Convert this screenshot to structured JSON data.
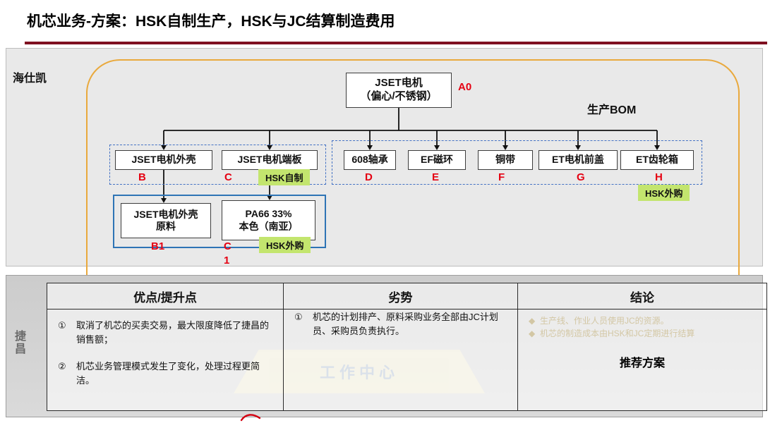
{
  "title": "机芯业务-方案：HSK自制生产，HSK与JC结算制造费用",
  "colors": {
    "accent_red": "#E50012",
    "rule_maroon": "#7F1020",
    "frame_orange": "#E9A93D",
    "tag_green": "#C3E56E",
    "group_blue": "#2E74B5"
  },
  "diagram": {
    "left_label": "海仕凯",
    "bom_label": "生产BOM",
    "root": {
      "line1": "JSET电机",
      "line2": "（偏心/不锈钢）",
      "code": "A0"
    },
    "children": [
      {
        "label": "JSET电机外壳",
        "code": "B"
      },
      {
        "label": "JSET电机端板",
        "code": "C"
      },
      {
        "label": "608轴承",
        "code": "D"
      },
      {
        "label": "EF磁环",
        "code": "E"
      },
      {
        "label": "铜带",
        "code": "F"
      },
      {
        "label": "ET电机前盖",
        "code": "G"
      },
      {
        "label": "ET齿轮箱",
        "code": "H"
      }
    ],
    "tags": {
      "self_made": "HSK自制",
      "outsourced": "HSK外购"
    },
    "materials": [
      {
        "line1": "JSET电机外壳",
        "line2": "原料",
        "code": "B1"
      },
      {
        "line1": "PA66 33%",
        "line2": "本色（南亚）",
        "code_top": "C",
        "code_bottom": "1"
      }
    ]
  },
  "bottom": {
    "left_label": "捷昌",
    "watermark": "工作中心",
    "table": {
      "headers": [
        "优点/提升点",
        "劣势",
        "结论"
      ],
      "advantages": [
        {
          "marker": "①",
          "text": "取消了机芯的买卖交易，最大限度降低了捷昌的销售额；"
        },
        {
          "marker": "②",
          "text": "机芯业务管理模式发生了变化，处理过程更简洁。"
        }
      ],
      "disadvantages": [
        {
          "marker": "①",
          "text": "机芯的计划排产、原料采购业务全部由JC计划员、采购员负责执行。"
        }
      ],
      "ghost_notes": [
        {
          "marker": "◆",
          "text": "生产线、作业人员使用JC的资源。"
        },
        {
          "marker": "◆",
          "text": "机芯的制造成本由HSK和JC定期进行结算"
        }
      ],
      "conclusion": "推荐方案"
    }
  }
}
